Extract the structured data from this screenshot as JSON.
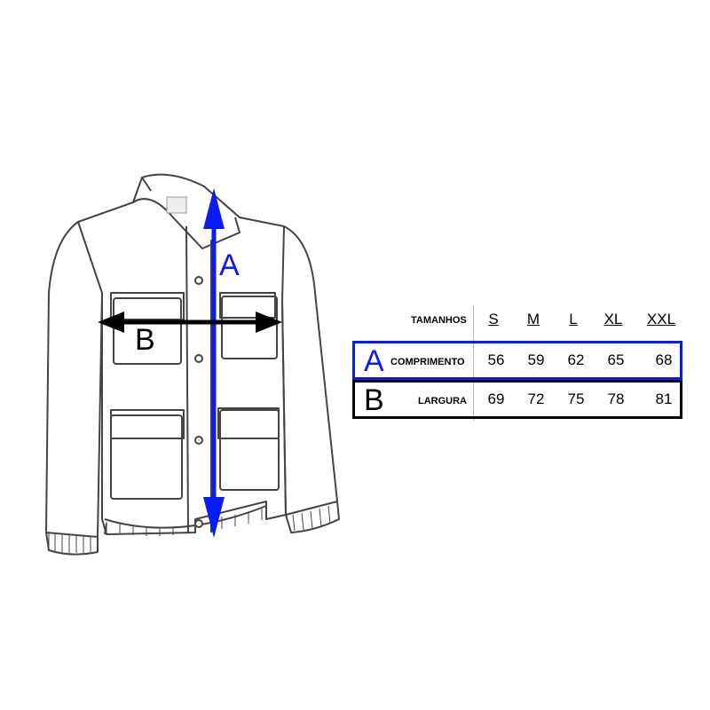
{
  "diagram": {
    "label_a": "A",
    "label_b": "B",
    "colors": {
      "a": "#0a1cf5",
      "b": "#000000"
    }
  },
  "table": {
    "header_label": "TAMANHOS",
    "sizes": [
      "S",
      "M",
      "L",
      "XL",
      "XXL"
    ],
    "rows": [
      {
        "letter": "A",
        "label": "COMPRIMENTO",
        "values": [
          "56",
          "59",
          "62",
          "65",
          "68"
        ]
      },
      {
        "letter": "B",
        "label": "LARGURA",
        "values": [
          "69",
          "72",
          "75",
          "78",
          "81"
        ]
      }
    ]
  }
}
